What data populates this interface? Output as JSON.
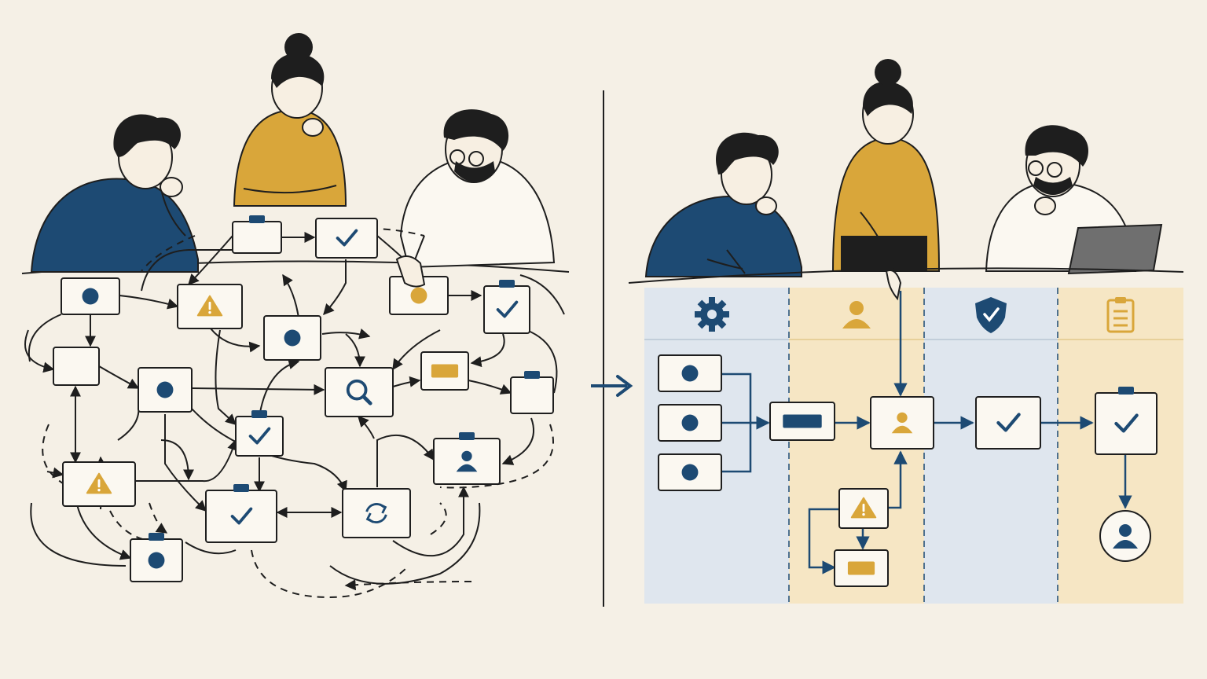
{
  "colors": {
    "background": "#f5f0e6",
    "ink": "#1e1e1e",
    "navy": "#1d4a73",
    "gold": "#d9a63a",
    "gold_light": "#f2d58e",
    "lane_blue": "#dfe6ee",
    "lane_gold": "#f6e6c4",
    "paper": "#fbf8f1",
    "laptop": "#6f6f6f"
  },
  "people_left": [
    {
      "name": "person-blue-sweater-left",
      "shirt": "navy"
    },
    {
      "name": "person-gold-sweater-left",
      "shirt": "gold"
    },
    {
      "name": "person-white-shirt-left",
      "shirt": "white"
    }
  ],
  "people_right": [
    {
      "name": "person-blue-sweater-right",
      "shirt": "navy"
    },
    {
      "name": "person-gold-sweater-right",
      "shirt": "gold"
    },
    {
      "name": "person-white-shirt-right",
      "shirt": "white"
    }
  ],
  "messy_nodes": [
    {
      "icon": "clipboard"
    },
    {
      "icon": "check"
    },
    {
      "icon": "dot"
    },
    {
      "icon": "warning"
    },
    {
      "icon": "dot-gold"
    },
    {
      "icon": "check-clipboard"
    },
    {
      "icon": "blank"
    },
    {
      "icon": "dot"
    },
    {
      "icon": "dot"
    },
    {
      "icon": "search"
    },
    {
      "icon": "bar-gold"
    },
    {
      "icon": "clipboard"
    },
    {
      "icon": "check-clipboard"
    },
    {
      "icon": "user-clipboard"
    },
    {
      "icon": "warning"
    },
    {
      "icon": "check-clipboard"
    },
    {
      "icon": "refresh"
    },
    {
      "icon": "dot-clipboard"
    }
  ],
  "lanes": [
    {
      "name": "settings-lane",
      "icon": "gear",
      "tint": "blue"
    },
    {
      "name": "people-lane",
      "icon": "user",
      "tint": "gold"
    },
    {
      "name": "security-lane",
      "icon": "shield-check",
      "tint": "blue"
    },
    {
      "name": "clipboard-lane",
      "icon": "clipboard-list",
      "tint": "gold"
    }
  ],
  "flow_nodes": [
    {
      "icon": "dot"
    },
    {
      "icon": "dot"
    },
    {
      "icon": "dot"
    },
    {
      "icon": "bar-navy"
    },
    {
      "icon": "user"
    },
    {
      "icon": "warning"
    },
    {
      "icon": "bar-gold"
    },
    {
      "icon": "check"
    },
    {
      "icon": "check-clipboard"
    },
    {
      "icon": "user-circle"
    }
  ],
  "transition": {
    "icon": "arrow-right-icon"
  }
}
